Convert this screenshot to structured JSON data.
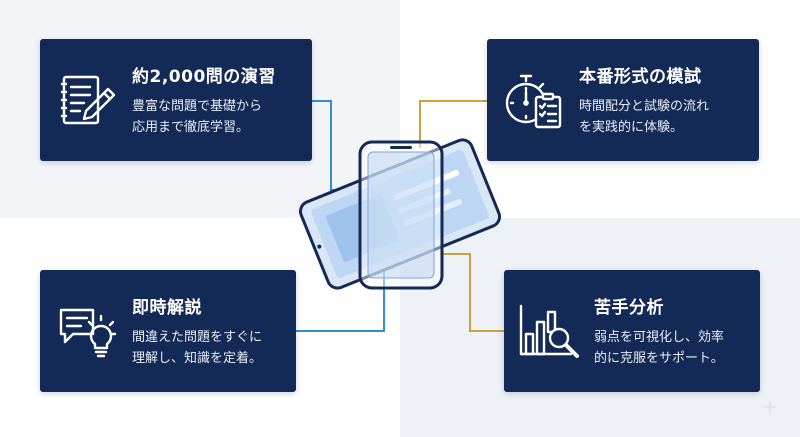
{
  "features": {
    "practice": {
      "title": "約2,000問の演習",
      "desc_line1": "豊富な問題で基礎から",
      "desc_line2": "応用まで徹底学習。",
      "icon": "notepad-pencil-icon"
    },
    "mock_exam": {
      "title": "本番形式の模試",
      "desc_line1": "時間配分と試験の流れ",
      "desc_line2": "を実践的に体験。",
      "icon": "stopwatch-checklist-icon"
    },
    "explanation": {
      "title": "即時解説",
      "desc_line1": "間違えた問題をすぐに",
      "desc_line2": "理解し、知識を定着。",
      "icon": "speech-bubble-lightbulb-icon"
    },
    "analysis": {
      "title": "苦手分析",
      "desc_line1": "弱点を可視化し、効率",
      "desc_line2": "的に克服をサポート。",
      "icon": "bar-chart-magnifier-icon"
    }
  },
  "colors": {
    "card_bg": "#132a56",
    "connector_blue": "#2e8fd6",
    "connector_gold": "#c9a23a",
    "phone_outline": "#132a56",
    "phone_screen": "#bcd6f3"
  }
}
